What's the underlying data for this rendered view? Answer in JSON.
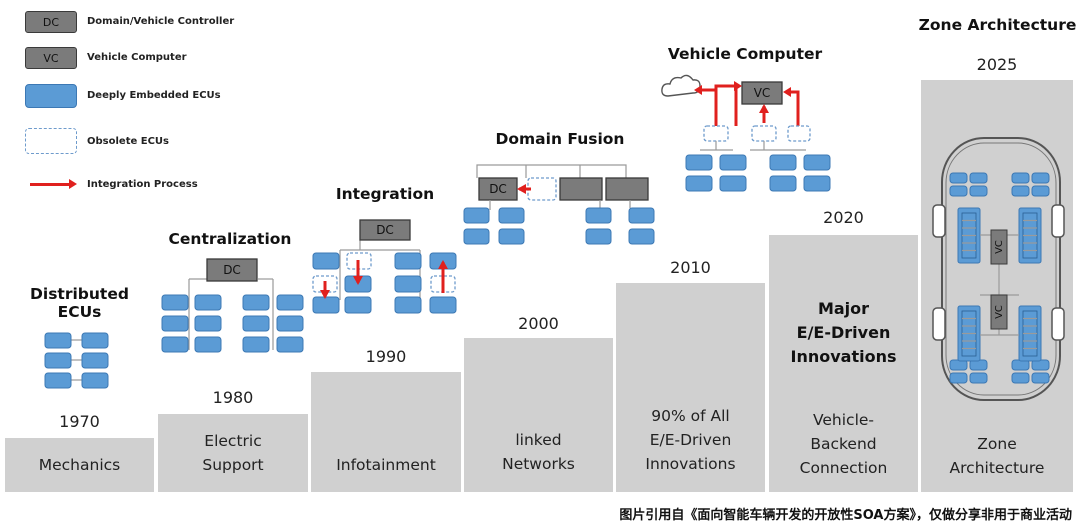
{
  "legend": {
    "dc_box_label": "DC",
    "dc_text": "Domain/Vehicle Controller",
    "vc_box_label": "VC",
    "vc_text": "Vehicle Computer",
    "ecu_text": "Deeply Embedded ECUs",
    "obsolete_text": "Obsolete ECUs",
    "integration_text": "Integration Process"
  },
  "stages": [
    {
      "title": "Distributed\nECUs",
      "year": "1970",
      "step_label": "Mechanics"
    },
    {
      "title": "Centralization",
      "year": "1980",
      "step_label": "Electric\nSupport",
      "box_label": "DC"
    },
    {
      "title": "Integration",
      "year": "1990",
      "step_label": "Infotainment",
      "box_label": "DC"
    },
    {
      "title": "Domain Fusion",
      "year": "2000",
      "step_label": "linked\nNetworks",
      "box_label": "DC"
    },
    {
      "title": "Vehicle Computer",
      "year": "2010",
      "step_label": "90% of All\nE/E-Driven\nInnovations",
      "box_label": "VC"
    },
    {
      "title": "Major\nE/E-Driven\nInnovations",
      "year": "2020",
      "step_label": "Vehicle-\nBackend\nConnection"
    },
    {
      "title": "Zone Architecture",
      "year": "2025",
      "step_label": "Zone\nArchitecture",
      "box_label": "VC"
    }
  ],
  "caption": "图片引用自《面向智能车辆开发的开放性SOA方案》，仅做分享非用于商业活动",
  "colors": {
    "ecu_blue": "#5b9bd5",
    "controller_gray": "#7b7b7b",
    "step_gray": "#d0d0d0",
    "arrow_red": "#e0201e"
  }
}
